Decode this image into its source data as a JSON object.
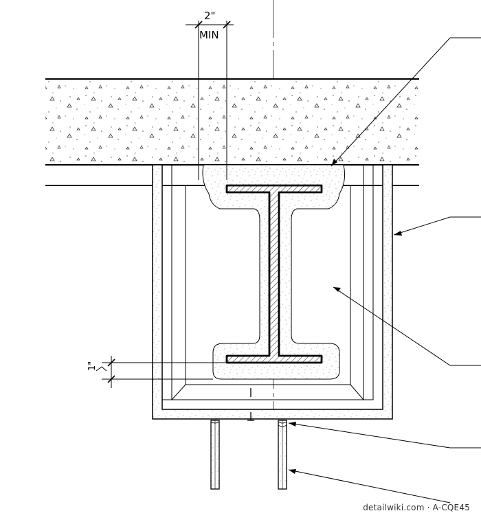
{
  "dimensions": {
    "clearance_value": "2\"",
    "clearance_note": "MIN",
    "bottom_value": "1\""
  },
  "watermark": "detailwiki.com · A-CQE45"
}
